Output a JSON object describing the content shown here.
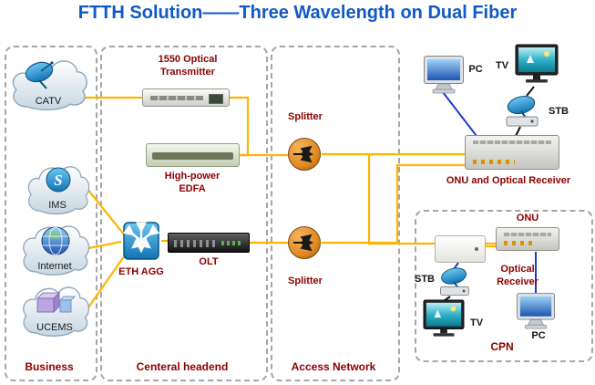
{
  "title": "FTTH Solution——Three Wavelength on Dual Fiber",
  "sections": {
    "business": "Business",
    "headend": "Centeral headend",
    "access": "Access Network",
    "cpn": "CPN"
  },
  "business": {
    "catv": "CATV",
    "ims": "IMS",
    "internet": "Internet",
    "ucems": "UCEMS"
  },
  "headend": {
    "transmitter": "1550 Optical Transmitter",
    "edfa": "High-power EDFA",
    "eth_agg": "ETH AGG",
    "olt": "OLT"
  },
  "access": {
    "splitter_top": "Splitter",
    "splitter_bottom": "Splitter"
  },
  "premises_top": {
    "pc": "PC",
    "tv": "TV",
    "stb": "STB",
    "onu_receiver": "ONU and Optical Receiver"
  },
  "cpn": {
    "onu": "ONU",
    "optical_receiver": "Optical Receiver",
    "stb": "STB",
    "tv": "TV",
    "pc": "PC"
  },
  "colors": {
    "title_blue": "#1059c6",
    "device_label_red": "#8b0000",
    "fiber_yellow": "#ffb400",
    "ethernet_blue": "#2038d0",
    "cable_black": "#141414"
  }
}
